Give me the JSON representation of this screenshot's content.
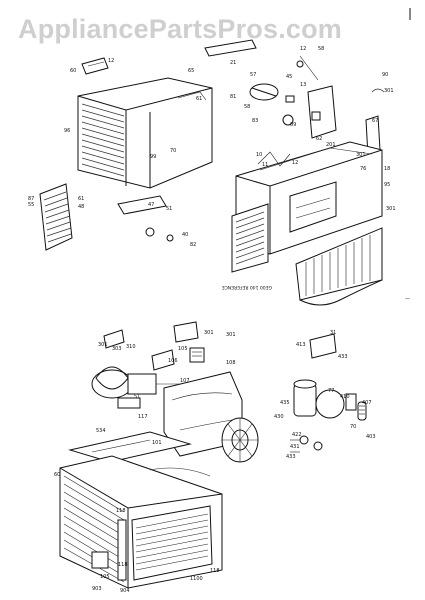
{
  "watermark": "AppliancePartsPros.com",
  "caption": "GE00 140 REFERENCE",
  "page_mark": "—",
  "labels": [
    {
      "id": "l1",
      "text": "60"
    },
    {
      "id": "l2",
      "text": "12"
    },
    {
      "id": "l3",
      "text": "65"
    },
    {
      "id": "l4",
      "text": "61"
    },
    {
      "id": "l5",
      "text": "81"
    },
    {
      "id": "l6",
      "text": "96"
    },
    {
      "id": "l7",
      "text": "99"
    },
    {
      "id": "l8",
      "text": "70"
    },
    {
      "id": "l9",
      "text": "21"
    },
    {
      "id": "l10",
      "text": "12"
    },
    {
      "id": "l11",
      "text": "58"
    },
    {
      "id": "l12",
      "text": "45"
    },
    {
      "id": "l13",
      "text": "13"
    },
    {
      "id": "l14",
      "text": "57"
    },
    {
      "id": "l15",
      "text": "58"
    },
    {
      "id": "l16",
      "text": "90"
    },
    {
      "id": "l17",
      "text": "301"
    },
    {
      "id": "l18",
      "text": "83"
    },
    {
      "id": "l19",
      "text": "09"
    },
    {
      "id": "l20",
      "text": "62"
    },
    {
      "id": "l21",
      "text": "67"
    },
    {
      "id": "l22",
      "text": "301"
    },
    {
      "id": "l23",
      "text": "10"
    },
    {
      "id": "l24",
      "text": "11"
    },
    {
      "id": "l25",
      "text": "12"
    },
    {
      "id": "l26",
      "text": "201"
    },
    {
      "id": "l27",
      "text": "76"
    },
    {
      "id": "l28",
      "text": "18"
    },
    {
      "id": "l29",
      "text": "95"
    },
    {
      "id": "l30",
      "text": "301"
    },
    {
      "id": "l31",
      "text": "87"
    },
    {
      "id": "l32",
      "text": "55"
    },
    {
      "id": "l33",
      "text": "61"
    },
    {
      "id": "l34",
      "text": "48"
    },
    {
      "id": "l35",
      "text": "47"
    },
    {
      "id": "l36",
      "text": "51"
    },
    {
      "id": "l37",
      "text": "40"
    },
    {
      "id": "l38",
      "text": "82"
    },
    {
      "id": "l39",
      "text": "301"
    },
    {
      "id": "l40",
      "text": "303"
    },
    {
      "id": "l41",
      "text": "310"
    },
    {
      "id": "l42",
      "text": "301"
    },
    {
      "id": "l43",
      "text": "301"
    },
    {
      "id": "l44",
      "text": "105"
    },
    {
      "id": "l45",
      "text": "106"
    },
    {
      "id": "l46",
      "text": "107"
    },
    {
      "id": "l47",
      "text": "51"
    },
    {
      "id": "l48",
      "text": "413"
    },
    {
      "id": "l49",
      "text": "31"
    },
    {
      "id": "l50",
      "text": "433"
    },
    {
      "id": "l51",
      "text": "435"
    },
    {
      "id": "l52",
      "text": "77"
    },
    {
      "id": "l53",
      "text": "410"
    },
    {
      "id": "l54",
      "text": "407"
    },
    {
      "id": "l55",
      "text": "70"
    },
    {
      "id": "l56",
      "text": "430"
    },
    {
      "id": "l57",
      "text": "422"
    },
    {
      "id": "l58",
      "text": "431"
    },
    {
      "id": "l59",
      "text": "433"
    },
    {
      "id": "l60",
      "text": "403"
    },
    {
      "id": "l61",
      "text": "108"
    },
    {
      "id": "l62",
      "text": "534"
    },
    {
      "id": "l63",
      "text": "60"
    },
    {
      "id": "l64",
      "text": "118"
    },
    {
      "id": "l65",
      "text": "117"
    },
    {
      "id": "l66",
      "text": "101"
    },
    {
      "id": "l67",
      "text": "118"
    },
    {
      "id": "l68",
      "text": "105"
    },
    {
      "id": "l69",
      "text": "903"
    },
    {
      "id": "l70",
      "text": "904"
    },
    {
      "id": "l71",
      "text": "1100"
    },
    {
      "id": "l72",
      "text": "118"
    }
  ]
}
